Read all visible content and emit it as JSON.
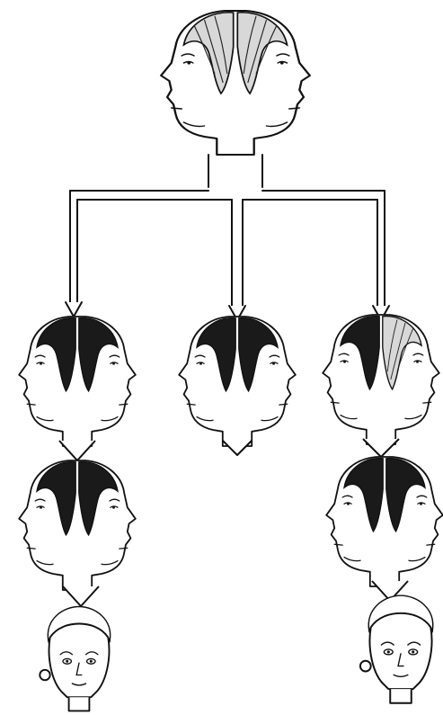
{
  "figure": {
    "kind": "pedigree illustration of two-faced (Janus) head figures",
    "generations": [
      {
        "level": 1,
        "members": [
          {
            "id": "parents",
            "hair": [
              "grey",
              "grey"
            ]
          }
        ]
      },
      {
        "level": 2,
        "members": [
          {
            "id": "child-left",
            "hair": [
              "dark",
              "dark"
            ]
          },
          {
            "id": "child-center",
            "hair": [
              "dark",
              "dark"
            ]
          },
          {
            "id": "child-right",
            "hair": [
              "dark",
              "grey"
            ]
          }
        ]
      },
      {
        "level": 3,
        "members": [
          {
            "id": "grandchild-left",
            "hair": [
              "dark",
              "dark"
            ]
          },
          {
            "id": "grandchild-right",
            "hair": [
              "dark",
              "dark"
            ]
          }
        ]
      },
      {
        "level": 4,
        "members": [
          {
            "id": "descendant-left",
            "type": "single front face"
          },
          {
            "id": "descendant-right",
            "type": "single front face"
          }
        ]
      }
    ]
  },
  "colors": {
    "ink": "#111111",
    "background": "#ffffff",
    "dark_hair": "#1a1a1a",
    "grey_hair": "#d8d8d8"
  }
}
